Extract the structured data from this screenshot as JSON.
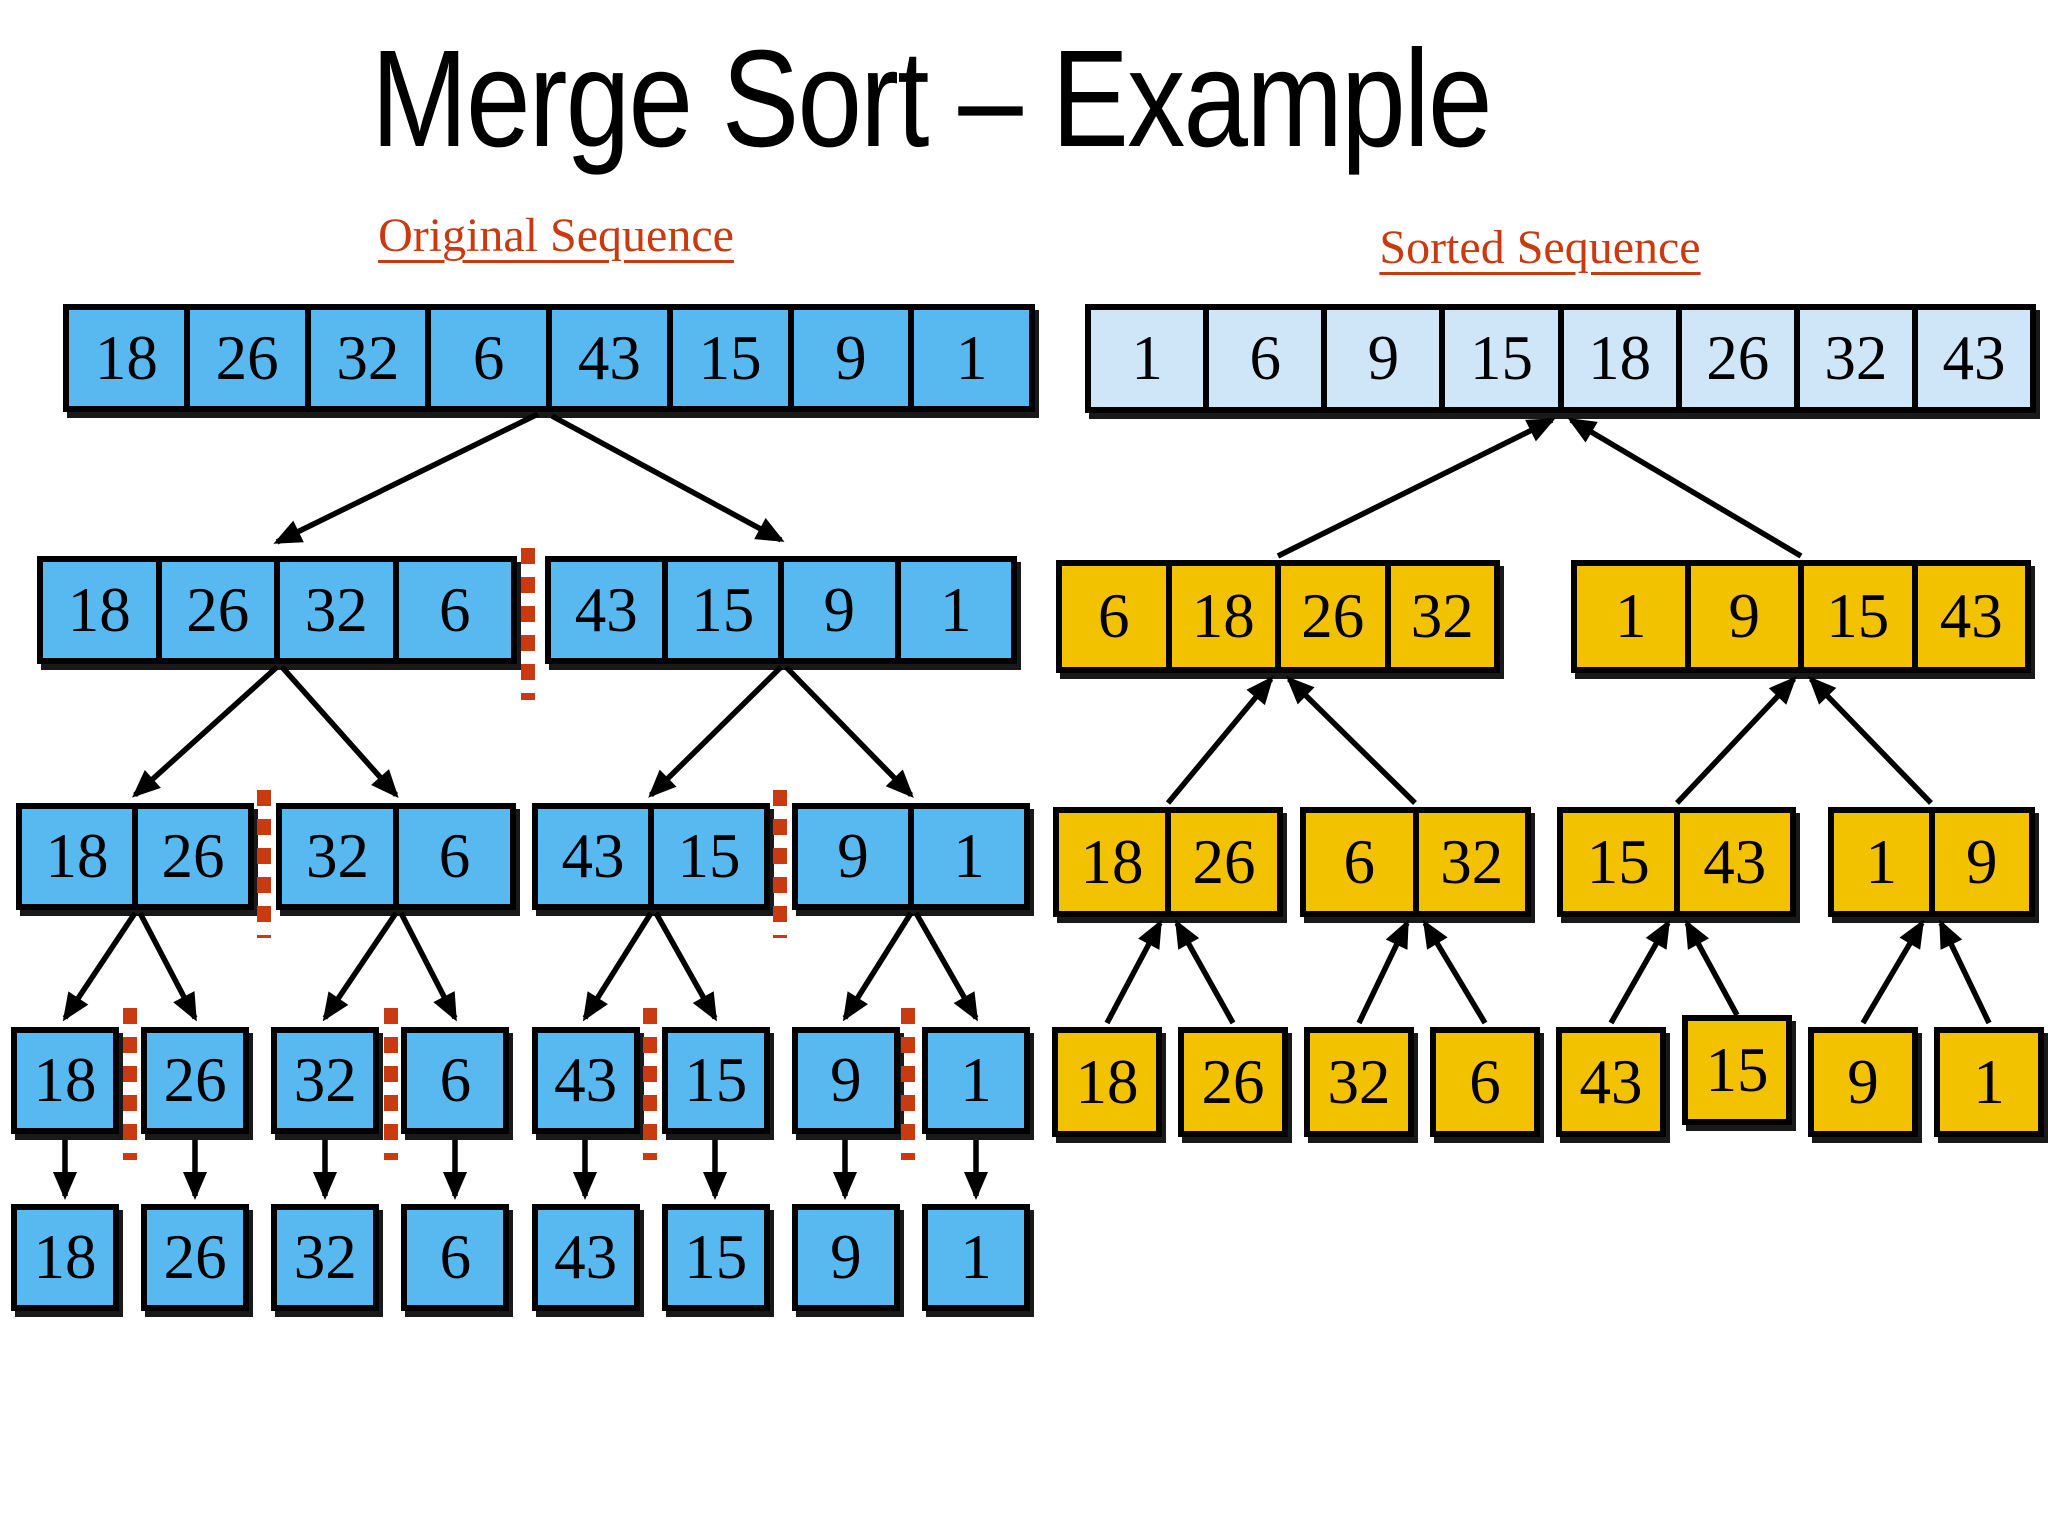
{
  "title": "Merge Sort – Example",
  "labels": {
    "original": "Original Sequence",
    "sorted": "Sorted Sequence"
  },
  "colors": {
    "blue": "#58b9f0",
    "light_blue": "#cfe6f8",
    "orange": "#f2c100",
    "accent_red": "#c93a10",
    "border": "#000000",
    "background": "#ffffff"
  },
  "original_tree": {
    "level1": [
      "18",
      "26",
      "32",
      "6",
      "43",
      "15",
      "9",
      "1"
    ],
    "level2": {
      "left": [
        "18",
        "26",
        "32",
        "6"
      ],
      "right": [
        "43",
        "15",
        "9",
        "1"
      ]
    },
    "level3": {
      "group1": [
        "18",
        "26"
      ],
      "group2": [
        "32",
        "6"
      ],
      "group3": [
        "43",
        "15"
      ],
      "group4": [
        "9",
        "1"
      ]
    },
    "level4": [
      "18",
      "26",
      "32",
      "6",
      "43",
      "15",
      "9",
      "1"
    ],
    "level5": [
      "18",
      "26",
      "32",
      "6",
      "43",
      "15",
      "9",
      "1"
    ]
  },
  "sorted_tree": {
    "level1": [
      "1",
      "6",
      "9",
      "15",
      "18",
      "26",
      "32",
      "43"
    ],
    "level2": {
      "left": [
        "6",
        "18",
        "26",
        "32"
      ],
      "right": [
        "1",
        "9",
        "15",
        "43"
      ]
    },
    "level3": {
      "group1": [
        "18",
        "26"
      ],
      "group2": [
        "6",
        "32"
      ],
      "group3": [
        "15",
        "43"
      ],
      "group4": [
        "1",
        "9"
      ]
    },
    "level4": [
      "18",
      "26",
      "32",
      "6",
      "43",
      "15",
      "9",
      "1"
    ]
  }
}
